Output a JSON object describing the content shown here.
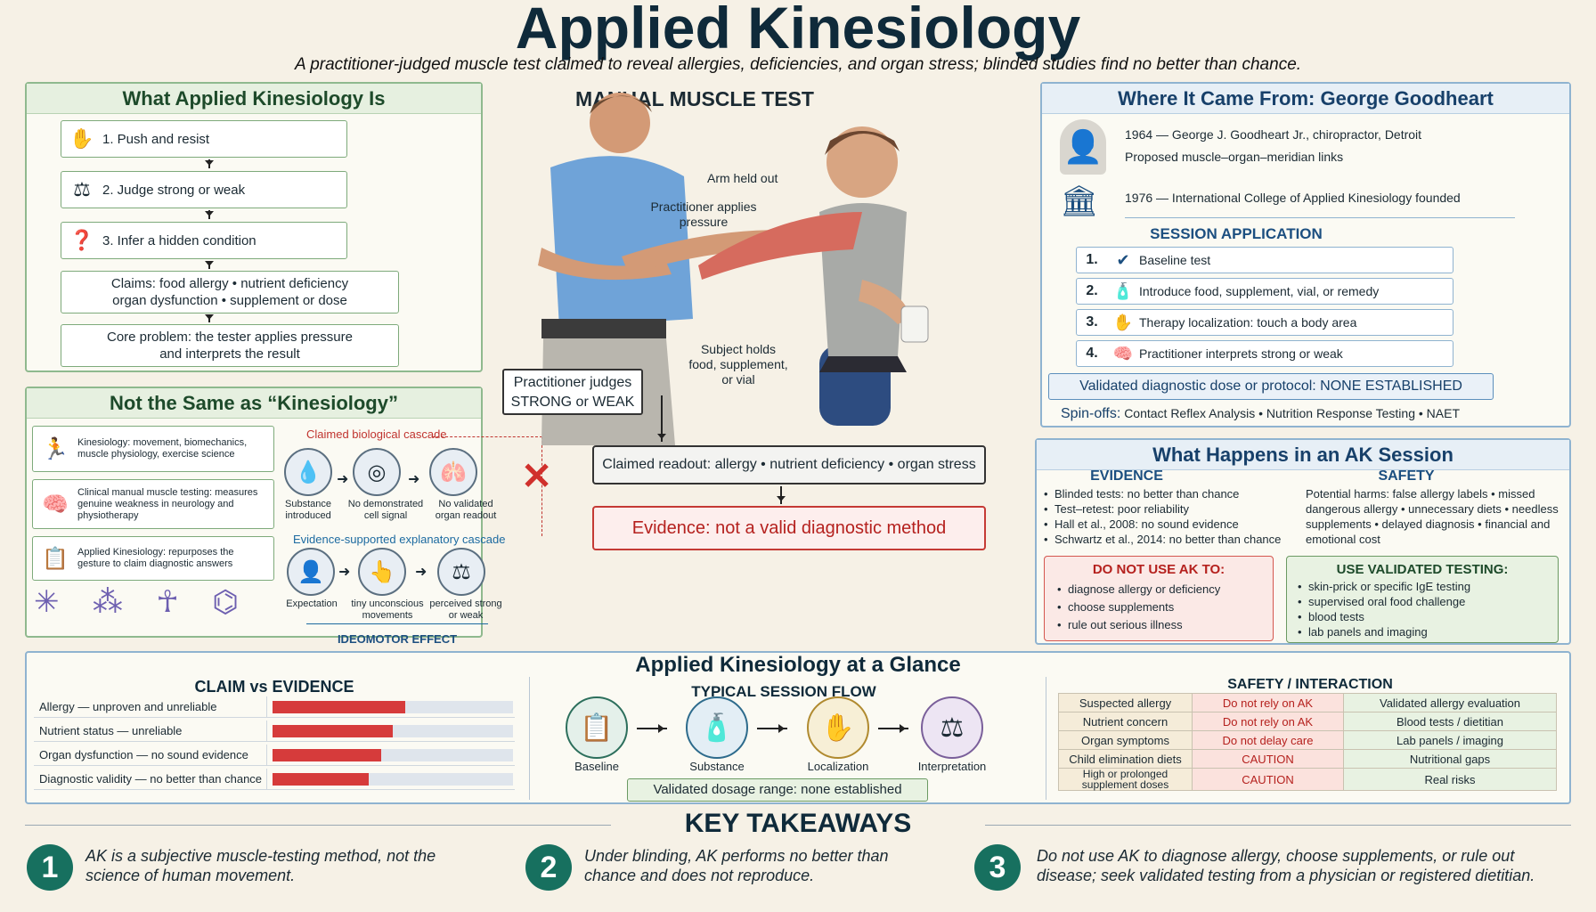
{
  "header": {
    "title": "Applied Kinesiology",
    "subtitle": "A practitioner-judged muscle test claimed to reveal allergies, deficiencies, and organ stress; blinded studies find no better than chance."
  },
  "what": {
    "title": "What Applied Kinesiology Is",
    "steps": [
      "1. Push and resist",
      "2. Judge strong or weak",
      "3. Infer a hidden condition"
    ],
    "claims_a": "Claims:  food allergy  •  nutrient deficiency",
    "claims_b": "organ dysfunction  •  supplement or dose",
    "core_a": "Core problem: the tester applies pressure",
    "core_b": "and interprets the result"
  },
  "notsame": {
    "title": "Not the Same as “Kinesiology”",
    "items": [
      "Kinesiology: movement, biomechanics, muscle physiology, exercise science",
      "Clinical manual muscle testing: measures genuine weakness in neurology and physiotherapy",
      "Applied Kinesiology: repurposes the gesture to claim diagnostic answers"
    ],
    "claimed_title": "Claimed biological cascade",
    "claimed": [
      "Substance introduced",
      "No demonstrated cell signal",
      "No validated organ readout"
    ],
    "evidence_title": "Evidence-supported explanatory cascade",
    "evidence": [
      "Expectation",
      "tiny unconscious movements",
      "perceived strong or weak"
    ],
    "ideomotor": "IDEOMOTOR EFFECT"
  },
  "center": {
    "title": "MANUAL MUSCLE TEST",
    "arm": "Arm held out",
    "pressure": "Practitioner applies pressure",
    "holds": "Subject holds food, supplement, or vial",
    "judges_a": "Practitioner judges",
    "judges_b": "STRONG or WEAK",
    "readout": "Claimed readout: allergy  •  nutrient deficiency  •  organ stress",
    "evidence": "Evidence: not a valid diagnostic method"
  },
  "origin": {
    "title": "Where It Came From: George Goodheart",
    "line1": "1964 — George J. Goodheart Jr., chiropractor, Detroit",
    "line2": "Proposed muscle–organ–meridian links",
    "line3": "1976 — International College of Applied Kinesiology founded",
    "session_title": "SESSION APPLICATION",
    "session": [
      {
        "n": "1.",
        "t": "Baseline test"
      },
      {
        "n": "2.",
        "t": "Introduce food, supplement, vial, or remedy"
      },
      {
        "n": "3.",
        "t": "Therapy localization: touch a body area"
      },
      {
        "n": "4.",
        "t": "Practitioner interprets strong or weak"
      }
    ],
    "validated": "Validated diagnostic dose or protocol: NONE ESTABLISHED",
    "spinoffs_label": "Spin-offs:",
    "spinoffs": "Contact Reflex Analysis  •  Nutrition Response Testing  •  NAET"
  },
  "happens": {
    "title": "What Happens in an AK Session",
    "evidence_title": "EVIDENCE",
    "evidence": [
      "Blinded tests: no better than chance",
      "Test–retest: poor reliability",
      "Hall et al., 2008: no sound evidence",
      "Schwartz et al., 2014: no better than chance"
    ],
    "safety_title": "SAFETY",
    "safety": "Potential harms: false allergy labels  •  missed dangerous allergy  •  unnecessary diets  •  needless supplements  •  delayed diagnosis  •  financial and emotional cost",
    "donot_title": "DO NOT USE AK TO:",
    "donot": [
      "diagnose allergy or deficiency",
      "choose supplements",
      "rule out serious illness"
    ],
    "use_title": "USE VALIDATED TESTING:",
    "use": [
      "skin-prick or specific IgE testing",
      "supervised oral food challenge",
      "blood tests",
      "lab panels and imaging"
    ]
  },
  "glance": {
    "title": "Applied Kinesiology at a Glance",
    "claim_title": "CLAIM vs  EVIDENCE",
    "flow_title": "TYPICAL SESSION FLOW",
    "flow": [
      "Baseline",
      "Substance",
      "Localization",
      "Interpretation"
    ],
    "flow_note": "Validated dosage range: none established",
    "safety_title": "SAFETY  /  INTERACTION",
    "safety_rows": [
      [
        "Suspected allergy",
        "Do not rely on AK",
        "Validated allergy evaluation"
      ],
      [
        "Nutrient concern",
        "Do not rely on AK",
        "Blood tests / dietitian"
      ],
      [
        "Organ symptoms",
        "Do not delay care",
        "Lab panels / imaging"
      ],
      [
        "Child elimination diets",
        "CAUTION",
        "Nutritional gaps"
      ],
      [
        "High or prolonged supplement doses",
        "CAUTION",
        "Real risks"
      ]
    ]
  },
  "chart_data": {
    "type": "bar",
    "categories": [
      "Allergy — unproven and unreliable",
      "Nutrient status — unreliable",
      "Organ dysfunction — no sound evidence",
      "Diagnostic validity — no better than chance"
    ],
    "values": [
      0.55,
      0.5,
      0.45,
      0.4
    ],
    "bar_color": "#d63b3b"
  },
  "takeaways": {
    "title": "KEY TAKEAWAYS",
    "items": [
      {
        "n": "1",
        "t": "AK is a subjective muscle-testing method, not the science of human movement."
      },
      {
        "n": "2",
        "t": "Under blinding, AK performs no better than chance and does not reproduce."
      },
      {
        "n": "3",
        "t": "Do not use AK to diagnose allergy, choose supplements, or rule out disease; seek validated testing from a physician or registered dietitian."
      }
    ]
  }
}
